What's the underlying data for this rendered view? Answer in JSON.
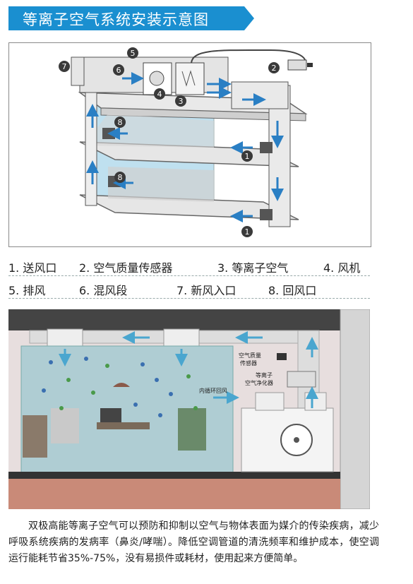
{
  "title": "等离子空气系统安装示意图",
  "diagram1": {
    "markers": [
      "1",
      "2",
      "3",
      "4",
      "5",
      "6",
      "7",
      "8"
    ]
  },
  "legend": [
    {
      "label": "1. 送风口"
    },
    {
      "label": "2. 空气质量传感器"
    },
    {
      "label": "3. 等离子空气"
    },
    {
      "label": "4. 风机"
    },
    {
      "label": "5. 排风"
    },
    {
      "label": "6. 混风段"
    },
    {
      "label": "7. 新风入口"
    },
    {
      "label": "8. 回风口"
    }
  ],
  "diagram2": {
    "sensor_label_1": "空气质量",
    "sensor_label_2": "传感器",
    "purifier_label_1": "等离子",
    "purifier_label_2": "空气净化器",
    "return_label": "内循环回风"
  },
  "description": "双极高能等离子空气可以预防和抑制以空气与物体表面为媒介的传染疾病，减少呼吸系统疾病的发病率（鼻炎/哮喘）。降低空调管道的清洗频率和维护成本，使空调运行能耗节省35%-75%，没有易损件或耗材，使用起来方便简单。",
  "colors": {
    "accent": "#1a8fd0",
    "arrow": "#2a7fc4",
    "marker": "#3a3a3a",
    "room_bg": "#e7dede",
    "floor": "#c98a78"
  }
}
